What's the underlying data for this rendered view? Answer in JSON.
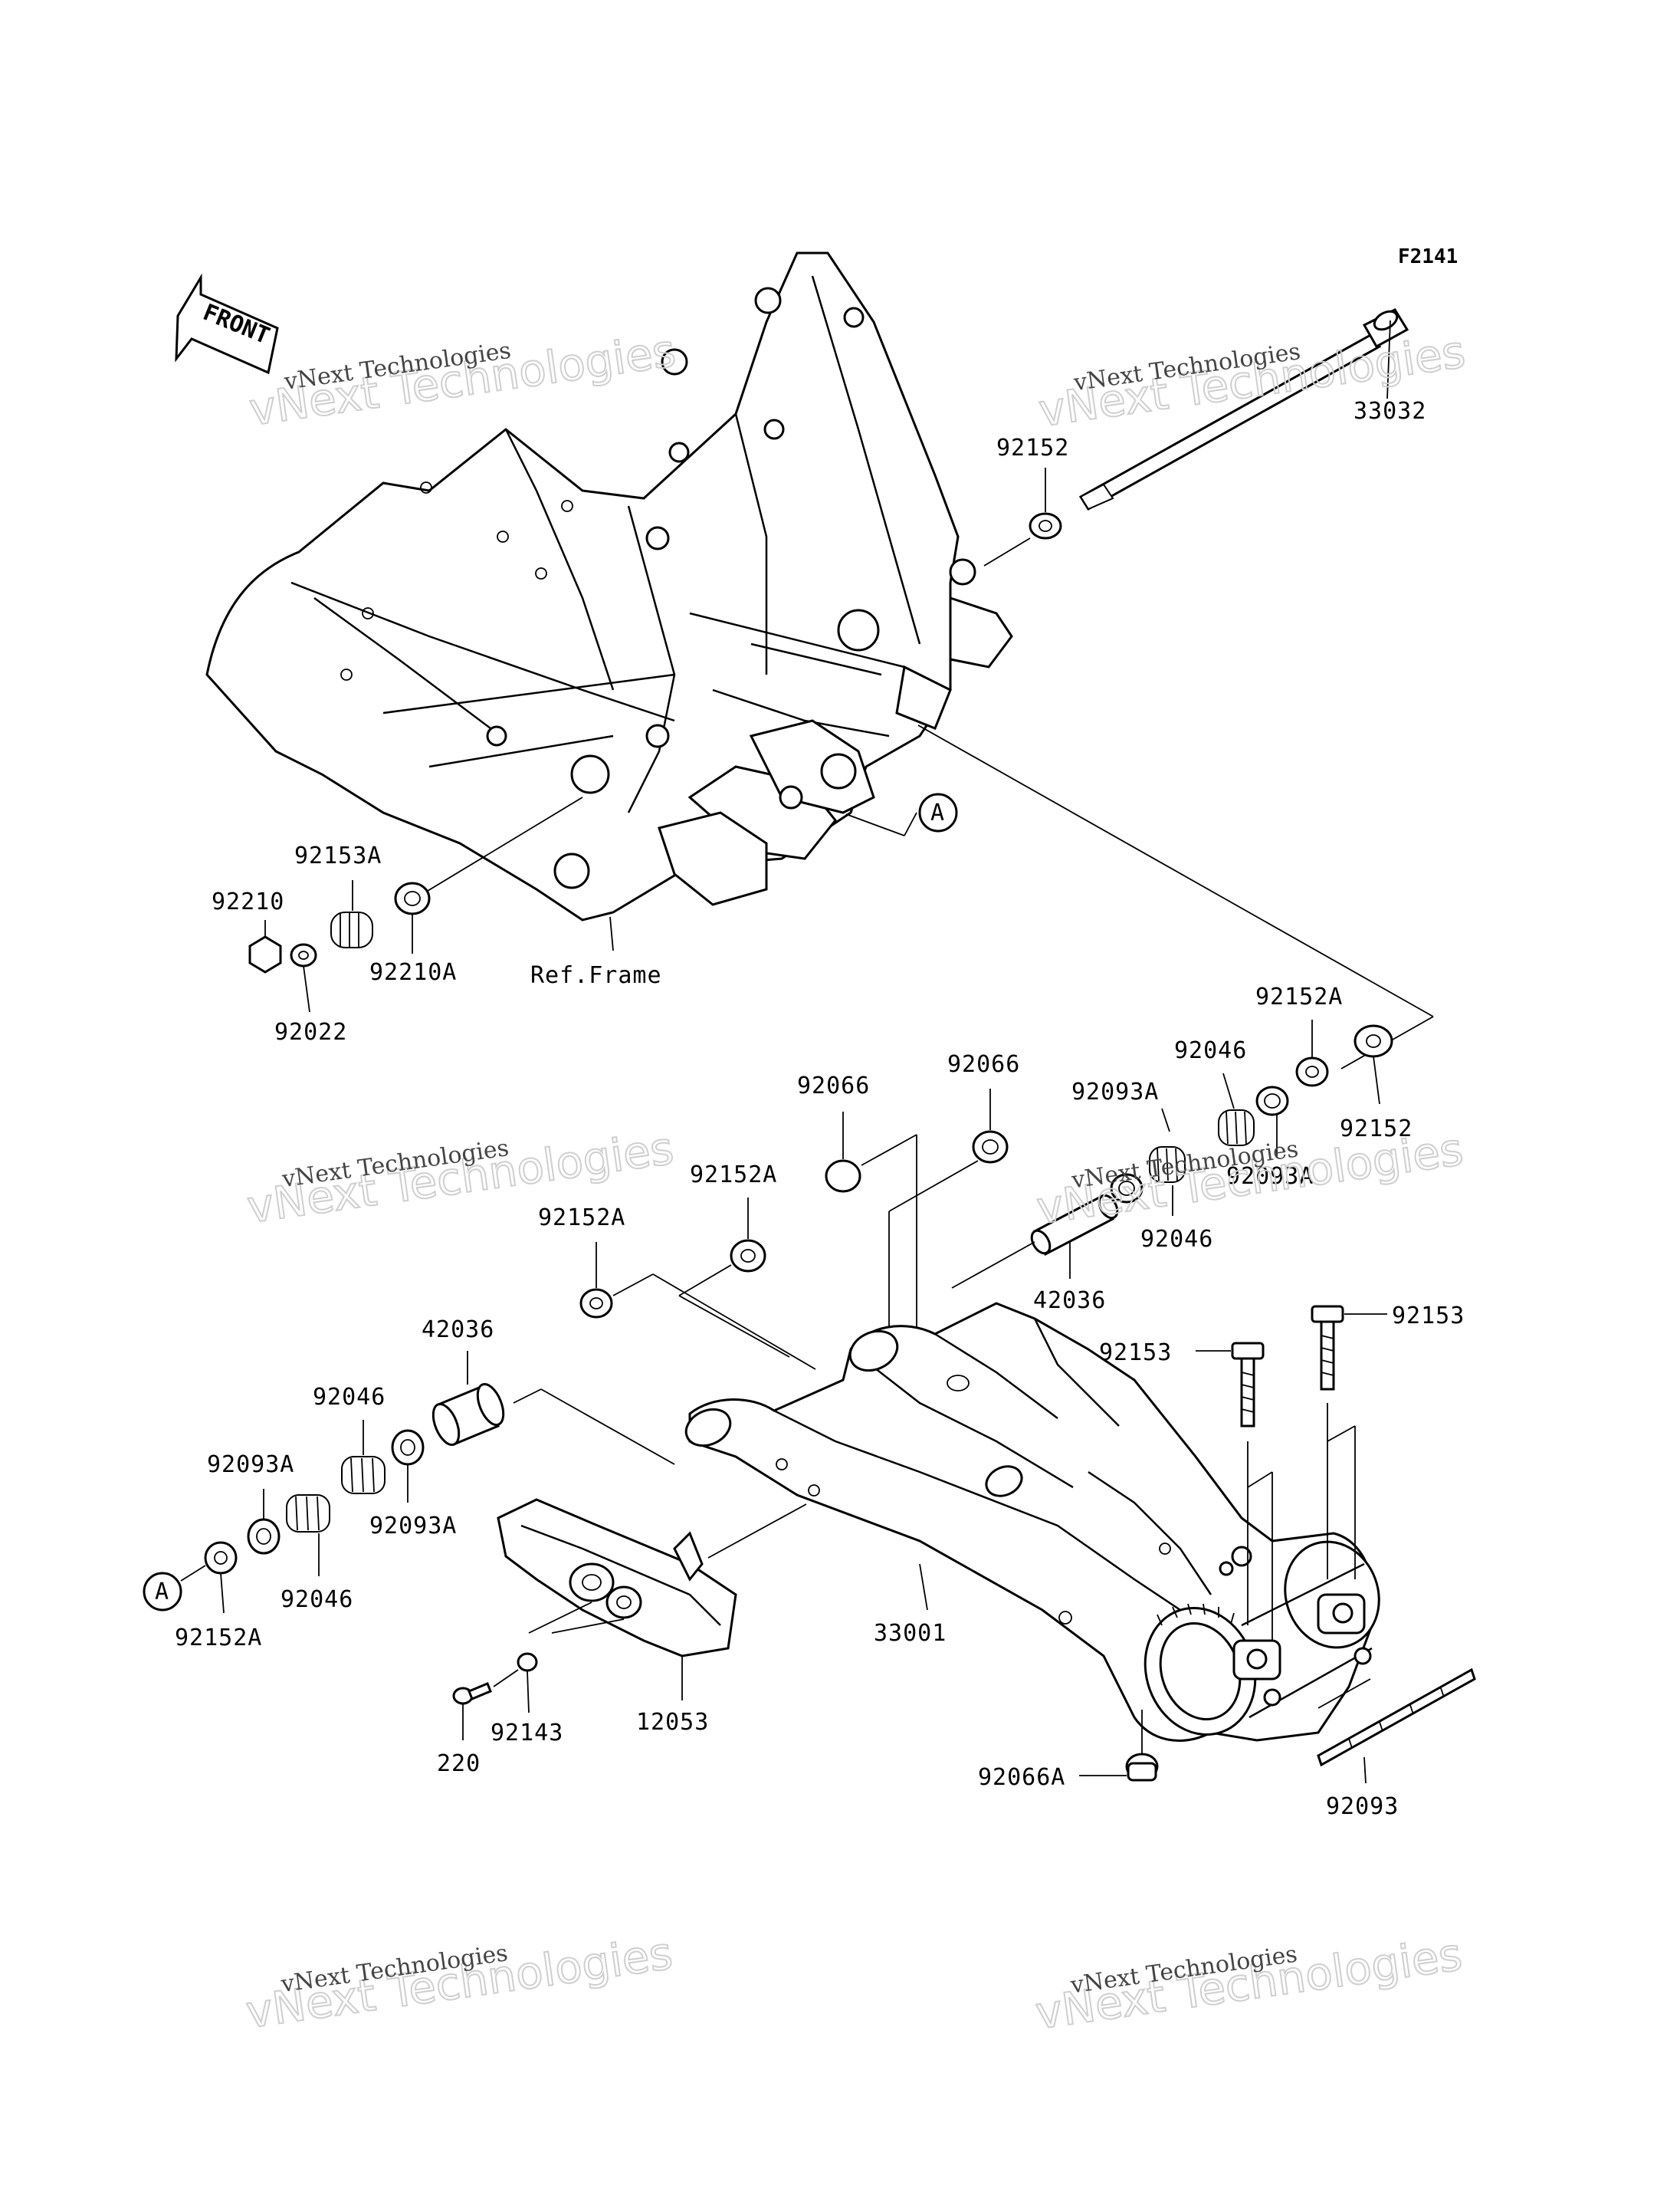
{
  "figure_id": "F2141",
  "front_label": "FRONT",
  "ref_frame_label": "Ref.Frame",
  "ref_marker": "A",
  "watermark": {
    "big": "vNext Technologies",
    "small": "vNext Technologies"
  },
  "parts": {
    "p33032": "33032",
    "p92152_top": "92152",
    "p92153A": "92153A",
    "p92210": "92210",
    "p92210A": "92210A",
    "p92022": "92022",
    "p92152A_r": "92152A",
    "p92046_r1": "92046",
    "p92152_r": "92152",
    "p92093A_r1": "92093A",
    "p92093A_r2": "92093A",
    "p92046_r2": "92046",
    "p42036_r": "42036",
    "p92066_a": "92066",
    "p92066_b": "92066",
    "p92152A_c1": "92152A",
    "p92152A_c2": "92152A",
    "p42036_l": "42036",
    "p92046_l1": "92046",
    "p92093A_l1": "92093A",
    "p92093A_l2": "92093A",
    "p92046_l2": "92046",
    "p92152A_l": "92152A",
    "p92153_a": "92153",
    "p92153_b": "92153",
    "p33001": "33001",
    "p12053": "12053",
    "p92143": "92143",
    "p220": "220",
    "p92066A": "92066A",
    "p92093": "92093"
  }
}
